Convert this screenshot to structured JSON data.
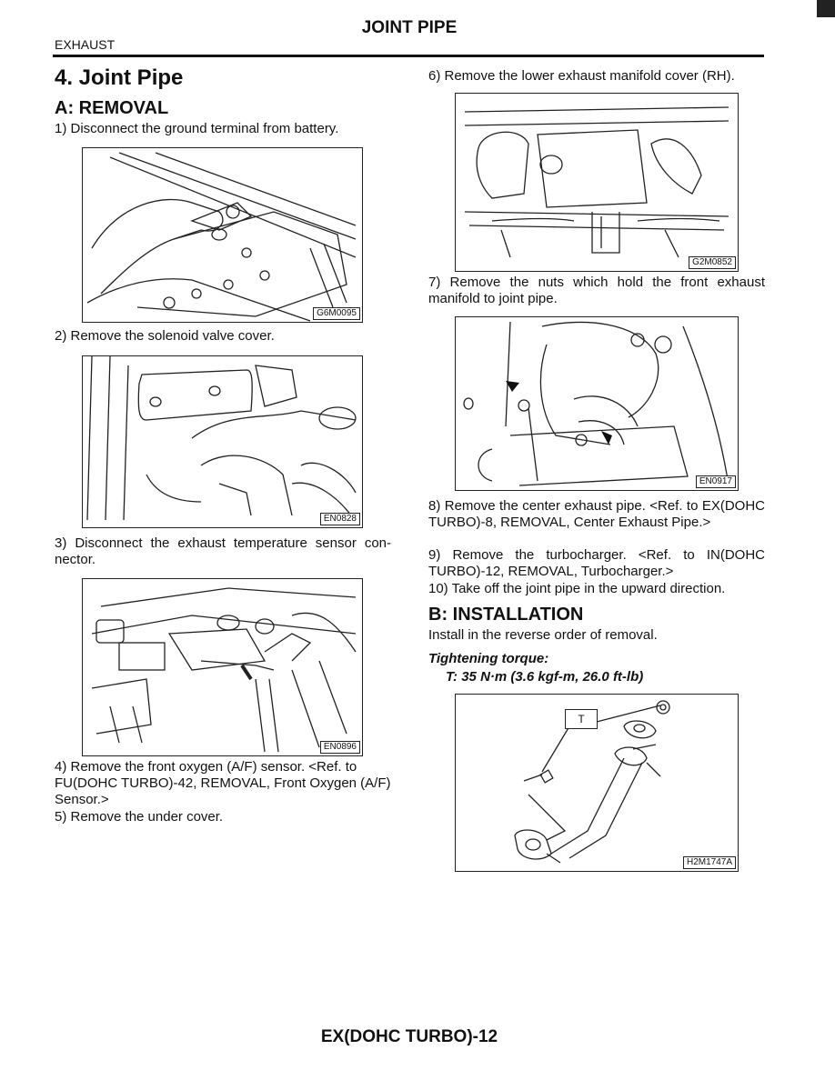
{
  "header": {
    "title": "JOINT PIPE",
    "section": "EXHAUST"
  },
  "page_title": "4. Joint Pipe",
  "removal": {
    "heading": "A: REMOVAL",
    "steps": [
      "1) Disconnect the ground terminal from battery.",
      "2) Remove the solenoid valve cover.",
      "3) Disconnect the exhaust temperature sensor con-nector.",
      "4) Remove the front oxygen (A/F) sensor. <Ref. to FU(DOHC TURBO)-42, REMOVAL, Front Oxygen (A/F) Sensor.>",
      "5) Remove the under cover.",
      "6) Remove the lower exhaust manifold cover (RH).",
      "7) Remove the nuts which hold the front exhaust manifold to joint pipe.",
      "8) Remove the center exhaust pipe. <Ref. to EX(DOHC TURBO)-8, REMOVAL, Center Exhaust Pipe.>",
      "9) Remove the turbocharger. <Ref. to IN(DOHC TURBO)-12, REMOVAL, Turbocharger.>",
      "10) Take off the joint pipe in the upward direction."
    ]
  },
  "installation": {
    "heading": "B: INSTALLATION",
    "text": "Install in the reverse order of removal.",
    "torque_label": "Tightening torque:",
    "torque_value": "T: 35 N·m (3.6 kgf-m, 26.0 ft-lb)"
  },
  "figures": {
    "battery": "G6M0095",
    "solenoid": "EN0828",
    "sensor": "EN0896",
    "manifold_cover": "G2M0852",
    "nuts": "EN0917",
    "joint_pipe": "H2M1747A",
    "t_callout": "T"
  },
  "footer": "EX(DOHC TURBO)-12"
}
